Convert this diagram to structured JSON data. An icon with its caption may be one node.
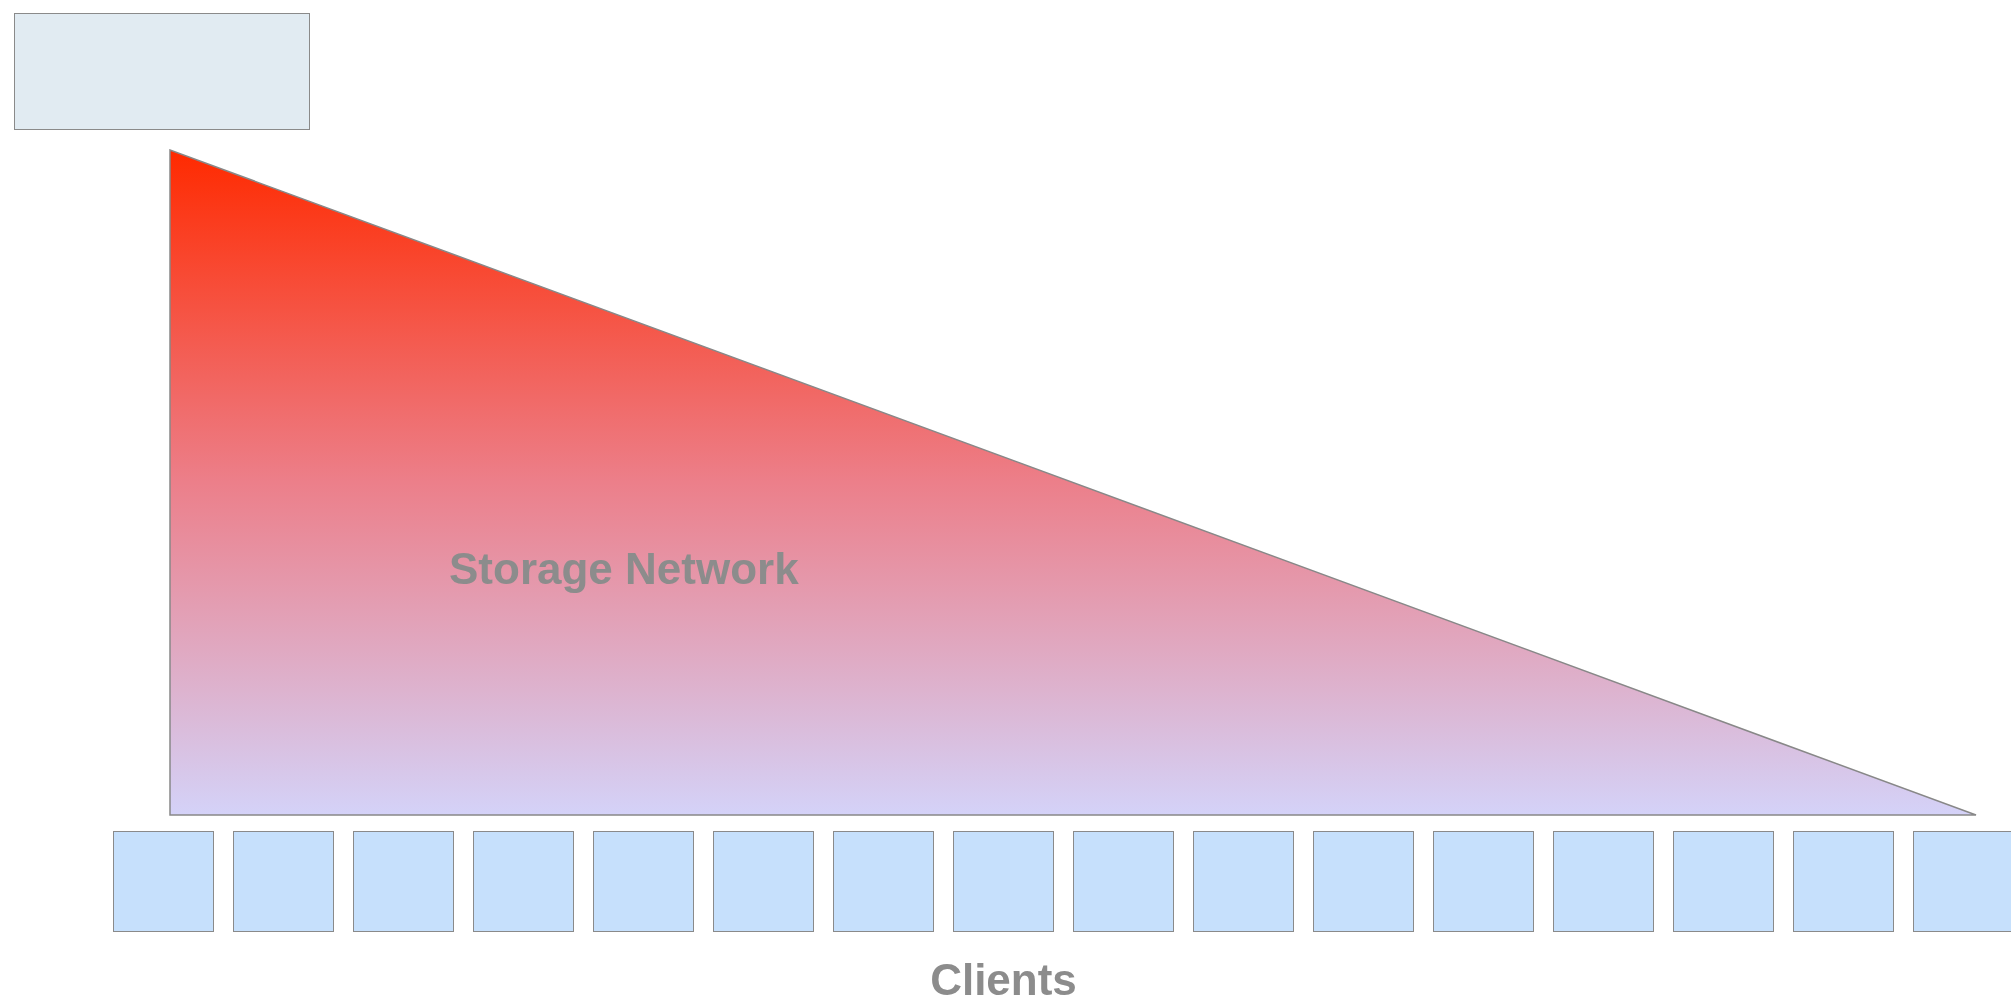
{
  "diagram": {
    "nodes": [
      {
        "text": [],
        "shape": "box"
      },
      {
        "text": [
          "Storage Network"
        ]
      },
      {
        "text": [],
        "shape": "box"
      },
      {
        "text": [],
        "shape": "box"
      },
      {
        "text": [],
        "shape": "box"
      },
      {
        "text": [],
        "shape": "box"
      },
      {
        "text": [],
        "shape": "box"
      },
      {
        "text": [],
        "shape": "box"
      },
      {
        "text": [],
        "shape": "box"
      },
      {
        "text": [],
        "shape": "box"
      },
      {
        "text": [],
        "shape": "box"
      },
      {
        "text": [],
        "shape": "box"
      },
      {
        "text": [],
        "shape": "box"
      },
      {
        "text": [],
        "shape": "box"
      },
      {
        "text": [],
        "shape": "box"
      },
      {
        "text": [],
        "shape": "box"
      },
      {
        "text": [],
        "shape": "box"
      },
      {
        "text": [],
        "shape": "box"
      }
    ],
    "labels": [
      "Clients"
    ]
  }
}
